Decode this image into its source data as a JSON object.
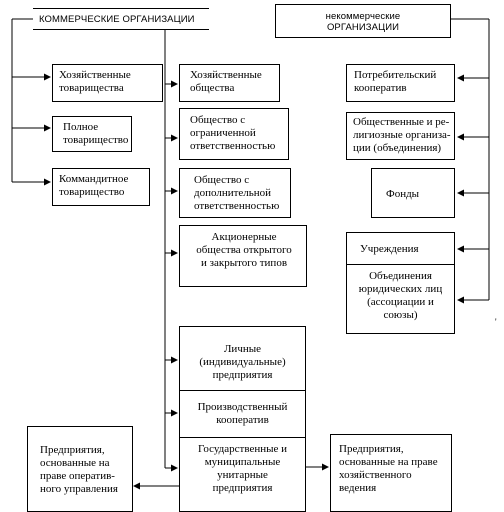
{
  "headers": {
    "commercial": "КОММЕРЧЕСКИЕ ОРГАНИЗАЦИИ",
    "noncommercial": "некоммерческие\nОРГАНИЗАЦИИ"
  },
  "left_column": [
    "Хозяйственные\nтоварищества",
    "Полное\nтоварищество",
    "Коммандитное\nтоварищество"
  ],
  "middle_column": [
    "Хозяйственные\nобщества",
    "Общество с\nограниченной\nответственностью",
    "Общество с\nдополнительной\nответственностью",
    "Акционерные\nобщества открытого\nи закрытого типов"
  ],
  "enterprises": [
    "Личные\n(индивидуальные)\nпредприятия",
    "Производственный\nкооператив",
    "Государственные и\nмуниципальные\nунитарные\nпредприятия"
  ],
  "right_column": [
    "Потребительский\nкооператив",
    "Общественные и ре-\nлигиозные организа-\nции (объединения)",
    "Фонды",
    "Учреждения",
    "Объединения\nюридических лиц\n(ассоциации и\nсоюзы)"
  ],
  "unitary_split": {
    "operational": "Предприятия,\nоснованные на\nправе оператив-\nного управления",
    "economic": "Предприятия,\nоснованные на праве\nхозяйственного\nведения"
  },
  "margin_mark": "'"
}
